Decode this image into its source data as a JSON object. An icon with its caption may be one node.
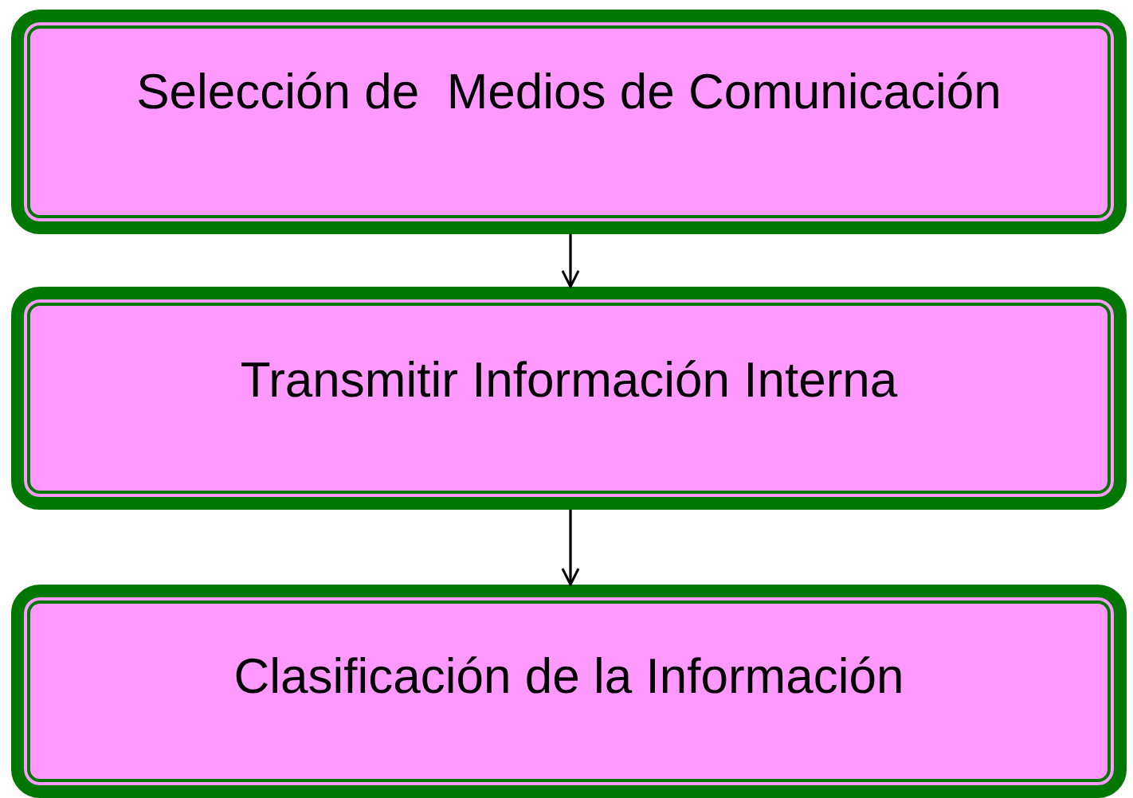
{
  "diagram": {
    "nodes": [
      {
        "text": [
          "Selección de  Medios de Comunicación"
        ]
      },
      {
        "text": [
          "Transmitir Información Interna"
        ]
      },
      {
        "text": [
          "Clasificación de la Información"
        ]
      }
    ],
    "edges": [
      {
        "from": 0,
        "to": 1,
        "arrow": "to"
      },
      {
        "from": 1,
        "to": 2,
        "arrow": "to"
      }
    ]
  }
}
